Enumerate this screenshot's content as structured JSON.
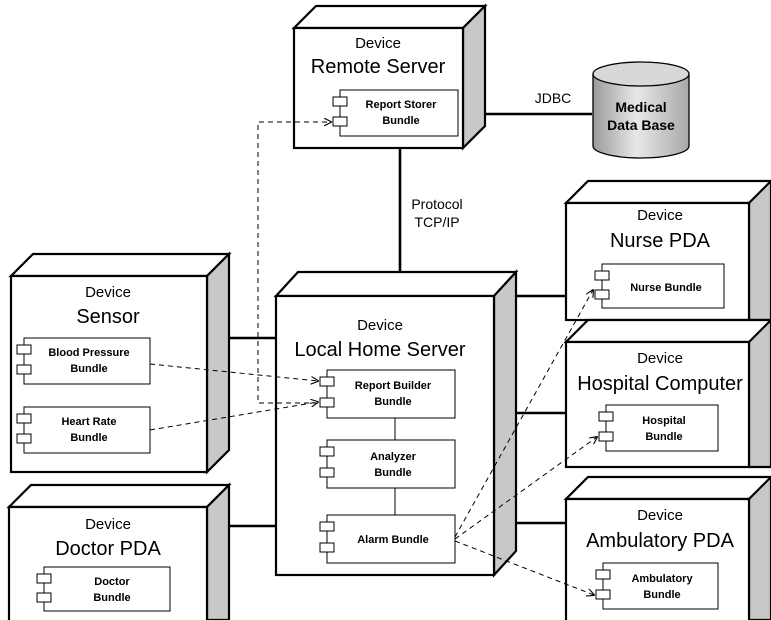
{
  "stereotype": "Device",
  "nodes": {
    "remote_server": "Remote Server",
    "sensor": "Sensor",
    "local_home_server": "Local Home Server",
    "nurse_pda": "Nurse PDA",
    "hospital_computer": "Hospital Computer",
    "doctor_pda": "Doctor PDA",
    "ambulatory_pda": "Ambulatory PDA"
  },
  "bundles": {
    "report_storer": [
      "Report Storer",
      "Bundle"
    ],
    "blood_pressure": [
      "Blood Pressure",
      "Bundle"
    ],
    "heart_rate": [
      "Heart Rate",
      "Bundle"
    ],
    "report_builder": [
      "Report Builder",
      "Bundle"
    ],
    "analyzer": [
      "Analyzer",
      "Bundle"
    ],
    "alarm": [
      "Alarm Bundle"
    ],
    "nurse": [
      "Nurse Bundle"
    ],
    "hospital": [
      "Hospital",
      "Bundle"
    ],
    "ambulatory": [
      "Ambulatory",
      "Bundle"
    ],
    "doctor": [
      "Doctor",
      "Bundle"
    ]
  },
  "database": [
    "Medical",
    "Data Base"
  ],
  "connections": {
    "jdbc": "JDBC",
    "protocol": [
      "Protocol",
      "TCP/IP"
    ]
  },
  "colors": {
    "side_fill": "#c8c8c8",
    "line": "#000000",
    "background": "#ffffff"
  }
}
